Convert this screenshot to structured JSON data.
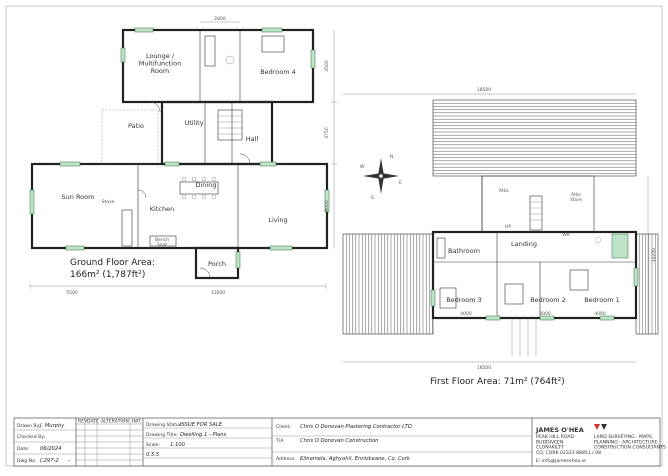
{
  "ground_floor": {
    "rooms": {
      "lounge": "Lounge /\nMultifunction\nRoom",
      "bedroom4": "Bedroom 4",
      "utility": "Utility",
      "patio": "Patio",
      "hall": "Hall",
      "dining": "Dining",
      "sun_room": "Sun Room",
      "kitchen": "Kitchen",
      "living": "Living",
      "porch": "Porch",
      "stove": "Stove",
      "bench": "Bench\nSeat"
    },
    "area_title": "Ground Floor Area:",
    "area_value": "166m² (1,787ft²)",
    "dims": {
      "top_small": "2800",
      "right_upper": "4500",
      "right_mid": "3750",
      "right_lower": "6000",
      "bottom_left": "5500",
      "bottom_total": "13000"
    }
  },
  "first_floor": {
    "rooms": {
      "bathroom": "Bathroom",
      "landing": "Landing",
      "bedroom3": "Bedroom 3",
      "bedroom2": "Bedroom 2",
      "bedroom1": "Bedroom 1",
      "attic1": "Attic",
      "attic2": "Attic\nStore",
      "hp": "HP",
      "wr": "WR"
    },
    "area_label": "First Floor Area: 71m² (764ft²)",
    "dims": {
      "top": "18500",
      "bottom": "18500",
      "right": "14250",
      "b3_width": "4000",
      "b2_width": "4000",
      "b1_width": "4000"
    }
  },
  "title_block": {
    "drawn_by_label": "Drawn By:",
    "drawn_by": "J. Murphy",
    "checked_by_label": "Checked By:",
    "checked_by": "",
    "date_label": "Date:",
    "date": "06/2024",
    "dwg_no_label": "Dwg No:",
    "dwg_no": "C297-2",
    "rev": "-",
    "rev_headers": [
      "REV",
      "DATE",
      "ALTERATION",
      "INIT"
    ],
    "status_label": "Drawing Status:",
    "status": "ISSUE FOR SALE",
    "title_label": "Drawing Title:",
    "title": "Dwelling 1 - Plans",
    "scale_label": "Scale:",
    "scale": "1:100",
    "sheet": "0.5.5",
    "client_label": "Client:",
    "client": "Chris O Donovan Plastering Contractor LTD",
    "ta_label": "T/A",
    "ta": "Chris O Donovan Construction",
    "address_label": "Address:",
    "address": "Kilnamela, Aghyohil, Enniskeane, Co. Cork",
    "company": "JAMES O'HEA",
    "company_sub": "LAND SURVEYING · MAPS\nPLANNING · ARCHITECTURE\nCONSTRUCTION CONSULTANTS",
    "company_addr": "PEAK HILL ROAD\nBUDDIVEEN\nCLONAKILTY\nCO. CORK  02323 88851 / 08",
    "company_email": "E: info@jamesohea.ie"
  },
  "north": {
    "labels": [
      "N",
      "E",
      "S",
      "W"
    ]
  }
}
